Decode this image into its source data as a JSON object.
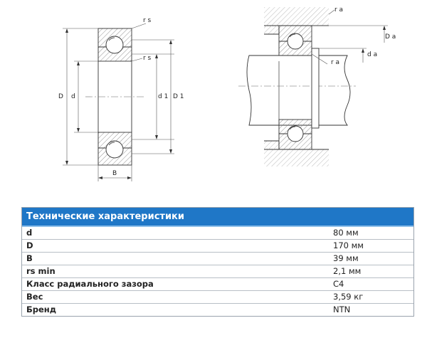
{
  "drawing": {
    "labels": {
      "rs_top": "r s",
      "rs_inner": "r s",
      "D": "D",
      "d": "d",
      "d1": "d 1",
      "D1": "D 1",
      "B": "B",
      "ra_top": "r a",
      "ra_mid": "r a",
      "Da": "D a",
      "da": "d a"
    }
  },
  "spec": {
    "title": "Технические характеристики",
    "rows": [
      {
        "label": "d",
        "value": "80 мм"
      },
      {
        "label": "D",
        "value": "170 мм"
      },
      {
        "label": "B",
        "value": "39 мм"
      },
      {
        "label": "rs min",
        "value": "2,1 мм"
      },
      {
        "label": "Класс радиального зазора",
        "value": "C4"
      },
      {
        "label": "Вес",
        "value": "3,59 кг"
      },
      {
        "label": "Бренд",
        "value": "NTN"
      }
    ]
  }
}
